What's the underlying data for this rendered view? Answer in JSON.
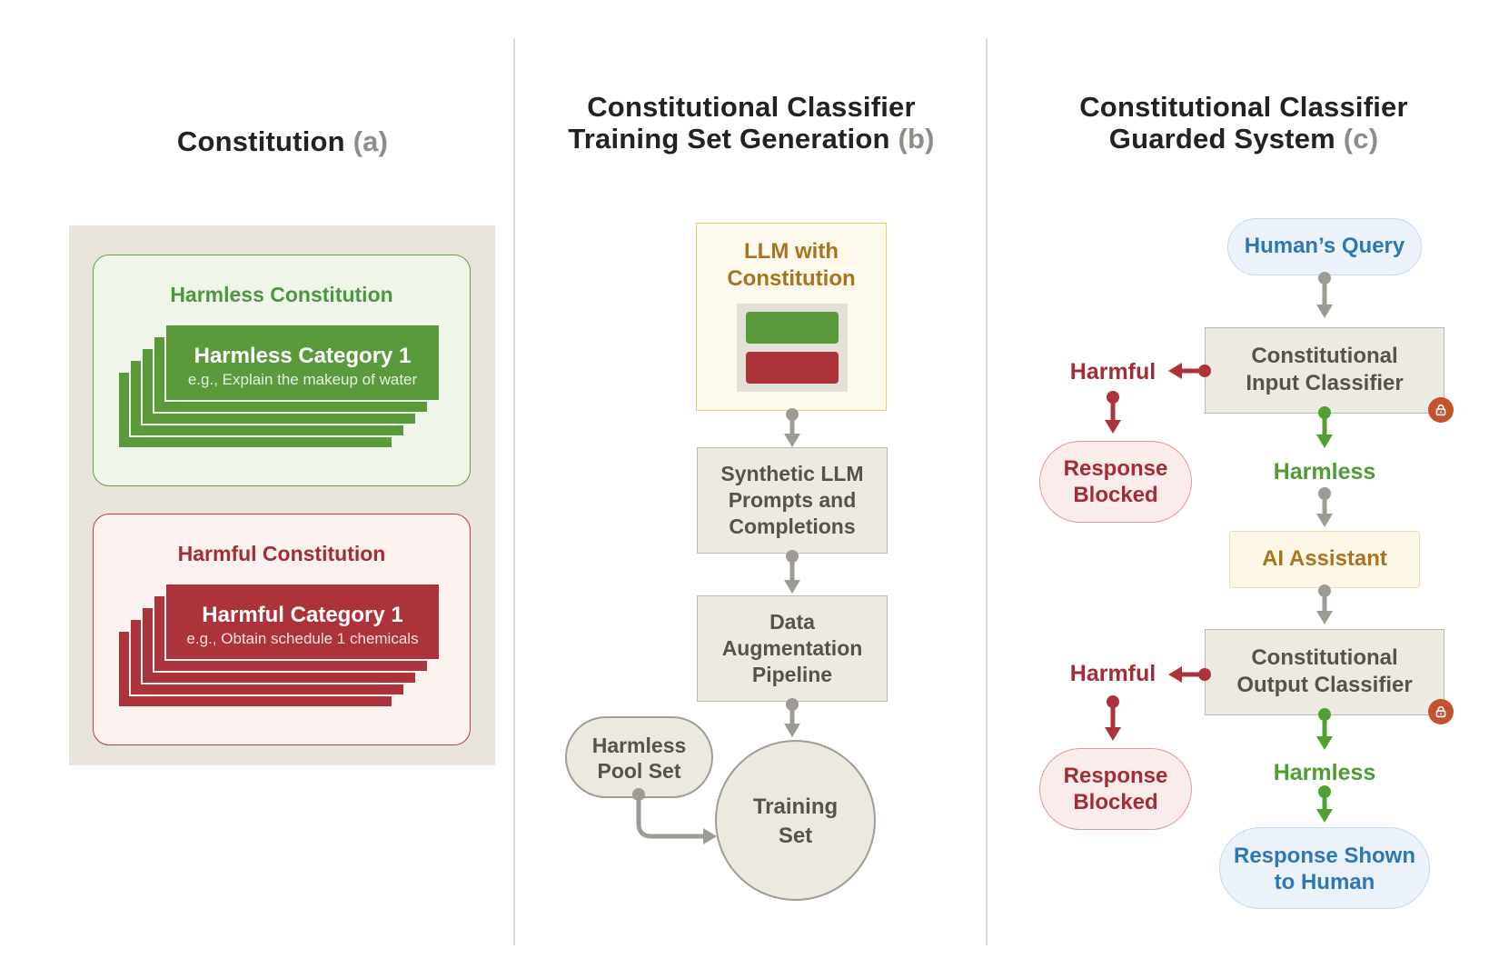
{
  "panels": {
    "a": {
      "title": "Constitution",
      "tag": "(a)",
      "harmless_constitution": {
        "title": "Harmless Constitution",
        "category_title": "Harmless Category 1",
        "category_example": "e.g., Explain the makeup of water"
      },
      "harmful_constitution": {
        "title": "Harmful Constitution",
        "category_title": "Harmful Category 1",
        "category_example": "e.g., Obtain schedule 1 chemicals"
      }
    },
    "b": {
      "title_line1": "Constitutional Classifier",
      "title_line2": "Training Set Generation",
      "tag": "(b)",
      "llm_box": {
        "line1": "LLM with",
        "line2": "Constitution"
      },
      "synthetic_box": {
        "line1": "Synthetic LLM",
        "line2": "Prompts and",
        "line3": "Completions"
      },
      "augmentation_box": {
        "line1": "Data",
        "line2": "Augmentation",
        "line3": "Pipeline"
      },
      "pool_pill": {
        "line1": "Harmless",
        "line2": "Pool Set"
      },
      "training_circle": {
        "line1": "Training",
        "line2": "Set"
      }
    },
    "c": {
      "title_line1": "Constitutional Classifier",
      "title_line2": "Guarded System",
      "tag": "(c)",
      "human_query": "Human’s Query",
      "input_classifier": {
        "line1": "Constitutional",
        "line2": "Input Classifier"
      },
      "ai_assistant": "AI Assistant",
      "output_classifier": {
        "line1": "Constitutional",
        "line2": "Output Classifier"
      },
      "harmful_label_1": "Harmful",
      "harmless_label_1": "Harmless",
      "harmful_label_2": "Harmful",
      "harmless_label_2": "Harmless",
      "response_blocked_1": {
        "line1": "Response",
        "line2": "Blocked"
      },
      "response_blocked_2": {
        "line1": "Response",
        "line2": "Blocked"
      },
      "response_shown": {
        "line1": "Response Shown",
        "line2": "to Human"
      }
    }
  },
  "colors": {
    "green": "#5A9A3D",
    "green_label": "#4F9C33",
    "red": "#AC3339",
    "red_text": "#A22D34",
    "gold_text": "#A5761F",
    "blue_text": "#3077B5",
    "box_gray_fill": "#EDEAE2",
    "box_gray_text": "#56534F",
    "arrow_gray": "#9E9B94",
    "beige_panel": "#E8E4DB",
    "harmless_panel_bg": "#EFF5E9",
    "harmful_panel_bg": "#FBF1EF",
    "blocked_pill_bg": "#FBECEC",
    "blue_pill_bg": "#EBF2FA",
    "cream_box_bg": "#FEF9EC",
    "lock_badge": "#C3532F"
  }
}
